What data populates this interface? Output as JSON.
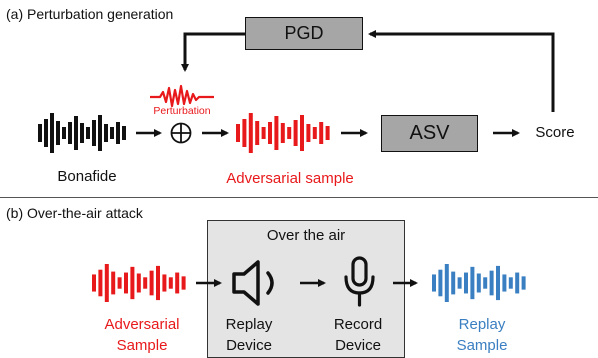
{
  "section_a": {
    "title": "(a) Perturbation generation",
    "pgd_label": "PGD",
    "asv_label": "ASV",
    "perturbation_label": "Perturbation",
    "score_label": "Score",
    "bonafide_label": "Bonafide",
    "adversarial_label": "Adversarial sample"
  },
  "section_b": {
    "title": "(b) Over-the-air attack",
    "air_title": "Over the air",
    "adversarial_label_1": "Adversarial",
    "adversarial_label_2": "Sample",
    "replay_device_label_1": "Replay",
    "replay_device_label_2": "Device",
    "record_device_label_1": "Record",
    "record_device_label_2": "Device",
    "replay_sample_label_1": "Replay",
    "replay_sample_label_2": "Sample"
  },
  "colors": {
    "black": "#111111",
    "red": "#e8191b",
    "blue": "#3a7fc1",
    "box_gray": "#a6a6a6",
    "panel_gray": "#e4e4e4"
  },
  "icons": [
    "waveform-icon",
    "perturbation-wave-icon",
    "sum-icon",
    "speaker-icon",
    "microphone-icon"
  ]
}
